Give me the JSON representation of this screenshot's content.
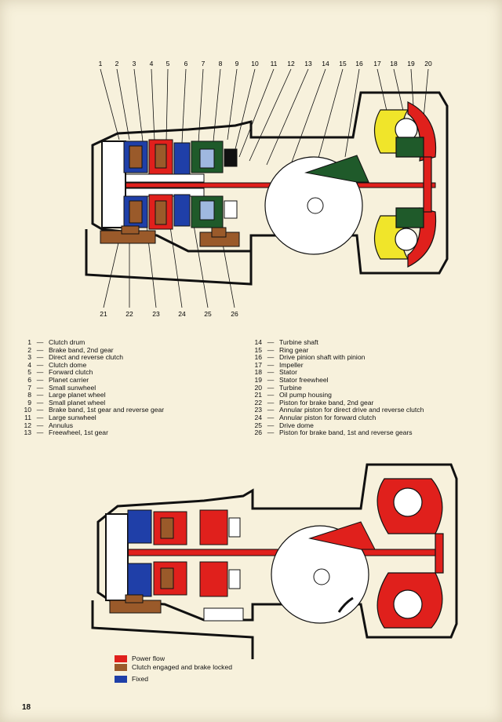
{
  "page_number": "18",
  "top_callouts": [
    "1",
    "2",
    "3",
    "4",
    "5",
    "6",
    "7",
    "8",
    "9",
    "10",
    "11",
    "12",
    "13",
    "14",
    "15",
    "16",
    "17",
    "18",
    "19",
    "20"
  ],
  "bottom_callouts": [
    "21",
    "22",
    "23",
    "24",
    "25",
    "26"
  ],
  "parts_left": [
    {
      "num": "1",
      "name": "Clutch drum"
    },
    {
      "num": "2",
      "name": "Brake band, 2nd gear"
    },
    {
      "num": "3",
      "name": "Direct and reverse clutch"
    },
    {
      "num": "4",
      "name": "Clutch dome"
    },
    {
      "num": "5",
      "name": "Forward clutch"
    },
    {
      "num": "6",
      "name": "Planet carrier"
    },
    {
      "num": "7",
      "name": "Small sunwheel"
    },
    {
      "num": "8",
      "name": "Large planet wheel"
    },
    {
      "num": "9",
      "name": "Small planet wheel"
    },
    {
      "num": "10",
      "name": "Brake band, 1st gear and reverse gear"
    },
    {
      "num": "11",
      "name": "Large sunwheel"
    },
    {
      "num": "12",
      "name": "Annulus"
    },
    {
      "num": "13",
      "name": "Freewheel, 1st gear"
    }
  ],
  "parts_right": [
    {
      "num": "14",
      "name": "Turbine shaft"
    },
    {
      "num": "15",
      "name": "Ring gear"
    },
    {
      "num": "16",
      "name": "Drive pinion shaft with pinion"
    },
    {
      "num": "17",
      "name": "Impeller"
    },
    {
      "num": "18",
      "name": "Stator"
    },
    {
      "num": "19",
      "name": "Stator freewheel"
    },
    {
      "num": "20",
      "name": "Turbine"
    },
    {
      "num": "21",
      "name": "Oil pump housing"
    },
    {
      "num": "22",
      "name": "Piston for brake band, 2nd gear"
    },
    {
      "num": "23",
      "name": "Annular piston for direct drive and reverse clutch"
    },
    {
      "num": "24",
      "name": "Annular piston for forward clutch"
    },
    {
      "num": "25",
      "name": "Drive dome"
    },
    {
      "num": "26",
      "name": "Piston for brake band, 1st and reverse gears"
    }
  ],
  "legend": {
    "power_flow": "Power flow",
    "clutch_engaged": "Clutch engaged and brake locked",
    "fixed": "Fixed"
  },
  "colors": {
    "red": "#e0201c",
    "blue": "#1f3fa8",
    "yellow": "#f0e52a",
    "green": "#1f5a2a",
    "brown": "#9a5a2a",
    "outline": "#111111"
  }
}
